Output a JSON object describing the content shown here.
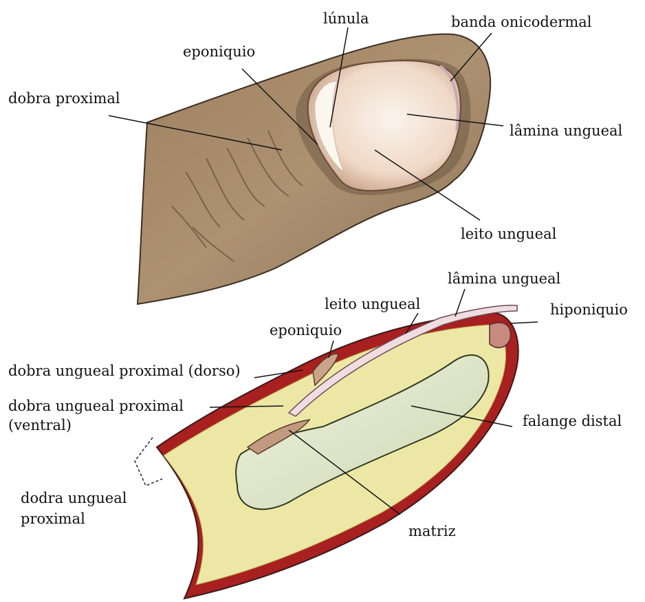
{
  "top_figure": {
    "labels": {
      "lunula": "lúnula",
      "onychodermal_band": "banda onicodermal",
      "eponychium": "eponiquio",
      "proximal_fold": "dobra proximal",
      "nail_plate": "lâmina ungueal",
      "nail_bed": "leito ungueal"
    }
  },
  "bottom_figure": {
    "labels": {
      "nail_plate": "lâmina ungueal",
      "hyponychium": "hiponiquio",
      "nail_bed": "leito ungueal",
      "eponychium": "eponiquio",
      "proximal_fold_dorsal": "dobra ungueal proximal (dorso)",
      "proximal_fold_ventral_line1": "dobra ungueal proximal",
      "proximal_fold_ventral_line2": "(ventral)",
      "distal_phalanx": "falange distal",
      "proximal_fold_line1": "dodra ungueal",
      "proximal_fold_line2": "proximal",
      "matrix": "matriz"
    }
  },
  "colors": {
    "skin": "#a58a6a",
    "skin_dark": "#6e5a44",
    "nail_plate": "#f3e6da",
    "lunula": "#fbf6ee",
    "fat": "#ede7a6",
    "dermis_red": "#a82020",
    "bone": "#dfe6cc",
    "nail_edge": "#c8aab6"
  }
}
